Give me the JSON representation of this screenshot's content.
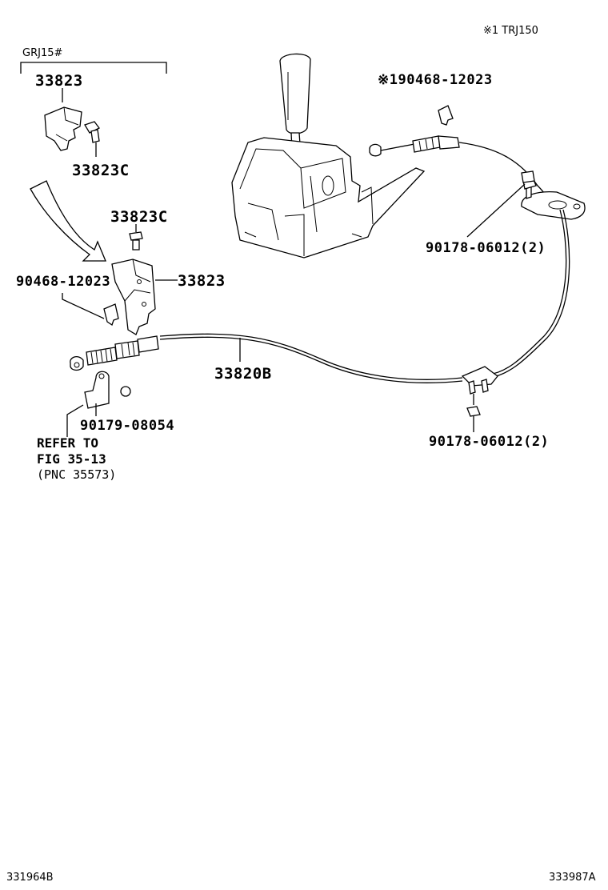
{
  "header": {
    "note_top_right": "※1 TRJ150"
  },
  "variant_bracket": {
    "label": "GRJ15#"
  },
  "callouts": {
    "bracket_top": "33823",
    "bolt_top": "33823C",
    "bolt_mid": "33823C",
    "bracket_mid": "33823",
    "clip_left": "90468-12023",
    "clip_top": "※190468-12023",
    "nut_upper": "90178-06012(2)",
    "cable": "33820B",
    "nut_lower": "90178-06012(2)",
    "nut_small": "90179-08054"
  },
  "reference": {
    "line1": "REFER TO",
    "line2": "FIG 35-13",
    "line3": "(PNC 35573)"
  },
  "footer": {
    "left_code": "331964B",
    "right_code": "333987A"
  }
}
